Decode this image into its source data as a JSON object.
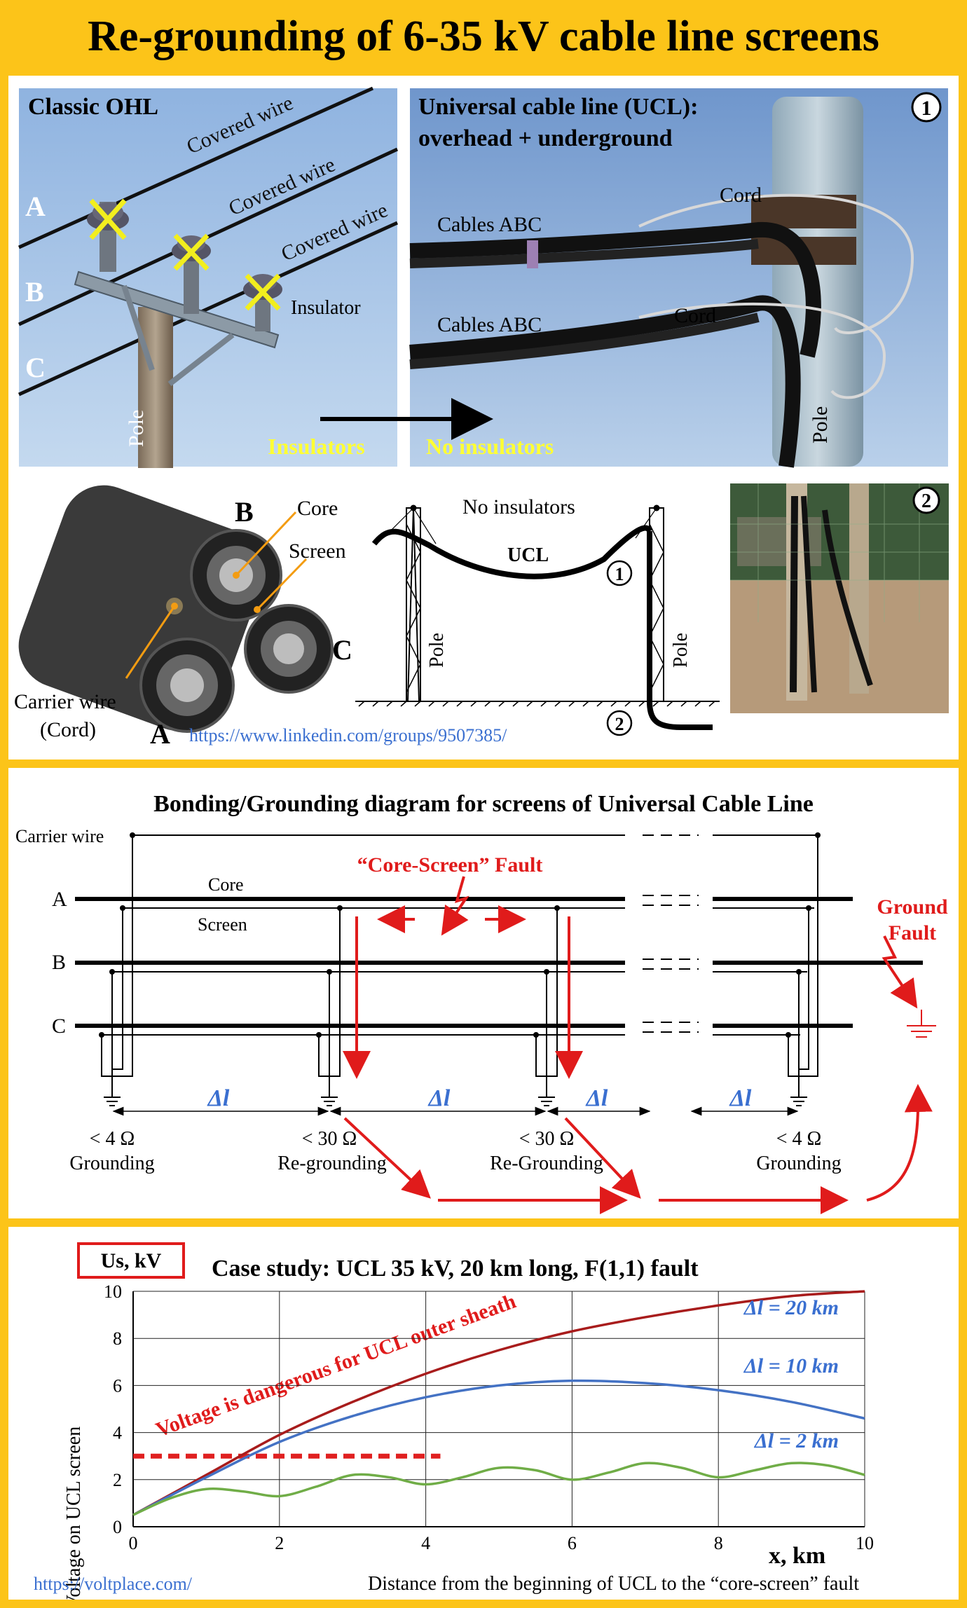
{
  "title": "Re-grounding of 6-35 kV cable line screens",
  "photo_ohl": {
    "heading": "Classic OHL",
    "wire_label": "Covered wire",
    "phases": [
      "A",
      "B",
      "C"
    ],
    "insulator": "Insulator",
    "pole": "Pole",
    "caption": "Insulators"
  },
  "photo_ucl": {
    "heading_line1": "Universal cable line (UCL):",
    "heading_line2": "overhead + underground",
    "marker": "1",
    "cables": "Cables ABC",
    "cord": "Cord",
    "pole": "Pole",
    "caption": "No insulators"
  },
  "cable_section": {
    "core": "Core",
    "screen": "Screen",
    "carrier_line1": "Carrier wire",
    "carrier_line2": "(Cord)",
    "phases": [
      "A",
      "B",
      "C"
    ]
  },
  "ucl_sketch": {
    "no_insulators": "No insulators",
    "ucl": "UCL",
    "pole": "Pole",
    "markers": [
      "1",
      "2"
    ]
  },
  "photo_ground": {
    "marker": "2"
  },
  "link_linkedin": "https://www.linkedin.com/groups/9507385/",
  "bonding": {
    "title": "Bonding/Grounding diagram for screens of Universal Cable Line",
    "carrier": "Carrier wire",
    "phases": [
      "A",
      "B",
      "C"
    ],
    "core": "Core",
    "screen": "Screen",
    "fault_core_screen": "“Core-Screen” Fault",
    "ground_fault_line1": "Ground",
    "ground_fault_line2": "Fault",
    "delta": "Δl",
    "nodes": [
      {
        "ohm": "< 4 Ω",
        "label": "Grounding"
      },
      {
        "ohm": "< 30 Ω",
        "label": "Re-grounding"
      },
      {
        "ohm": "< 30 Ω",
        "label": "Re-Grounding"
      },
      {
        "ohm": "< 4 Ω",
        "label": "Grounding"
      }
    ]
  },
  "chart_data": {
    "type": "line",
    "title": "Case study:  UCL 35 kV,  20 km long,  F(1,1) fault",
    "ylabel_box": "Us, kV",
    "ylabel": "Voltage on UCL screen",
    "xlabel": "x, km",
    "x_caption": "Distance from the beginning of UCL to the “core-screen” fault",
    "xlim": [
      0,
      10
    ],
    "ylim": [
      0,
      10
    ],
    "xticks": [
      0,
      2,
      4,
      6,
      8,
      10
    ],
    "yticks": [
      0,
      2,
      4,
      6,
      8,
      10
    ],
    "grid": true,
    "danger_text": "Voltage is dangerous for UCL outer sheath",
    "danger_level": {
      "y": 3,
      "x_from": 0,
      "x_to": 4.2,
      "color": "#e02020"
    },
    "series": [
      {
        "name": "Δl = 20 km",
        "color": "#a81c1c",
        "x": [
          0,
          1,
          2,
          3,
          4,
          5,
          6,
          7,
          8,
          9,
          10
        ],
        "y": [
          0.5,
          2.2,
          3.9,
          5.3,
          6.5,
          7.5,
          8.3,
          8.9,
          9.4,
          9.8,
          10.0
        ]
      },
      {
        "name": "Δl = 10 km",
        "color": "#4472c4",
        "x": [
          0,
          1,
          2,
          3,
          4,
          5,
          6,
          7,
          8,
          9,
          10
        ],
        "y": [
          0.5,
          2.1,
          3.6,
          4.7,
          5.5,
          6.0,
          6.2,
          6.1,
          5.8,
          5.3,
          4.6
        ]
      },
      {
        "name": "Δl = 2 km",
        "color": "#70ad47",
        "x": [
          0,
          0.5,
          1,
          1.5,
          2,
          2.5,
          3,
          3.5,
          4,
          4.5,
          5,
          5.5,
          6,
          6.5,
          7,
          7.5,
          8,
          8.5,
          9,
          9.5,
          10
        ],
        "y": [
          0.5,
          1.2,
          1.6,
          1.5,
          1.3,
          1.7,
          2.2,
          2.1,
          1.8,
          2.1,
          2.5,
          2.4,
          2.0,
          2.3,
          2.7,
          2.5,
          2.1,
          2.4,
          2.7,
          2.6,
          2.2
        ]
      }
    ]
  },
  "link_voltplace": "https://voltplace.com/"
}
